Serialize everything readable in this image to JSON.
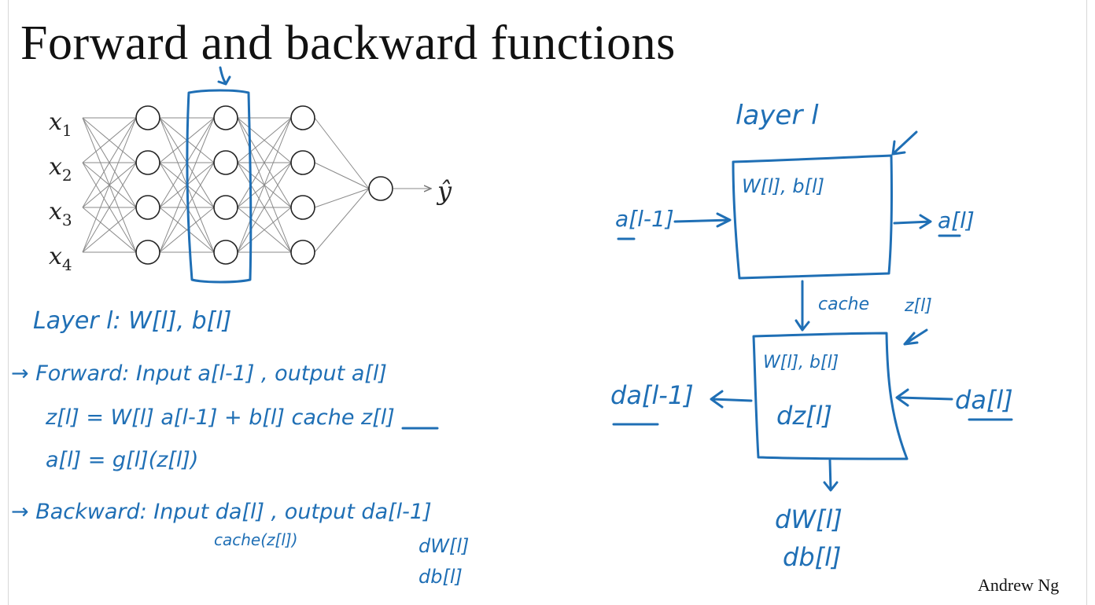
{
  "slide": {
    "title": "Forward and backward functions",
    "author": "Andrew Ng"
  },
  "network": {
    "inputs": [
      "x",
      "x",
      "x",
      "x"
    ],
    "input_subscripts": [
      "1",
      "2",
      "3",
      "4"
    ],
    "output": "ŷ"
  },
  "notes": {
    "layer_line": "Layer l:  W[l], b[l]",
    "forward_line": "→ Forward:  Input  a[l-1] ,  output  a[l]",
    "z_line": "z[l] = W[l] a[l-1] + b[l]     cache  z[l]",
    "a_line": "a[l] = g[l](z[l])",
    "backward_line": "→ Backward:  Input  da[l] ,   output  da[l-1]",
    "cache_line": "cache(z[l])",
    "dw_line": "dW[l]",
    "db_line": "db[l]"
  },
  "diagram": {
    "layer_label": "layer l",
    "forward_params": "W[l], b[l]",
    "input_a": "a[l-1]",
    "output_a": "a[l]",
    "cache_label": "cache",
    "cache_z": "z[l]",
    "backward_params": "W[l], b[l]",
    "dz": "dz[l]",
    "da_out": "da[l-1]",
    "da_in": "da[l]",
    "dw": "dW[l]",
    "db": "db[l]"
  }
}
